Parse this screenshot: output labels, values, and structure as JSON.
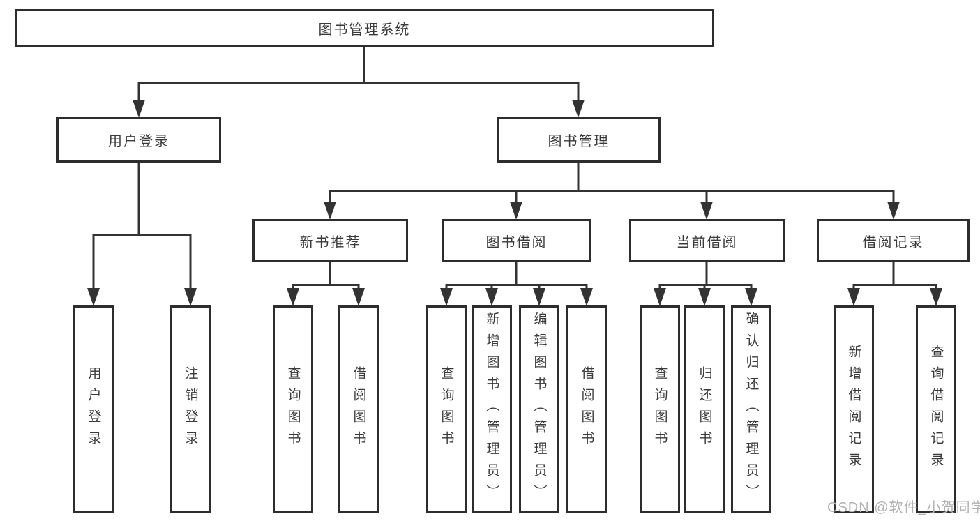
{
  "diagram": {
    "root": {
      "label": "图书管理系统"
    },
    "branches": [
      {
        "label": "用户登录",
        "children": [
          {
            "label": "用户登录"
          },
          {
            "label": "注销登录"
          }
        ]
      },
      {
        "label": "图书管理",
        "children": [
          {
            "label": "新书推荐",
            "children": [
              {
                "label": "查询图书"
              },
              {
                "label": "借阅图书"
              }
            ]
          },
          {
            "label": "图书借阅",
            "children": [
              {
                "label": "查询图书"
              },
              {
                "label": "新增图书（管理员）"
              },
              {
                "label": "编辑图书（管理员）"
              },
              {
                "label": "借阅图书"
              }
            ]
          },
          {
            "label": "当前借阅",
            "children": [
              {
                "label": "查询图书"
              },
              {
                "label": "归还图书"
              },
              {
                "label": "确认归还（管理员）"
              }
            ]
          },
          {
            "label": "借阅记录",
            "children": [
              {
                "label": "新增借阅记录"
              },
              {
                "label": "查询借阅记录"
              }
            ]
          }
        ]
      }
    ]
  },
  "watermark": {
    "text": "CSDN @软件_小贺同学"
  },
  "colors": {
    "line": "#333333",
    "box_border": "#2d2d2d",
    "box_fill": "#ffffff",
    "text": "#3a3a3a",
    "watermark": "#b2b2b2",
    "background": "#ffffff"
  }
}
